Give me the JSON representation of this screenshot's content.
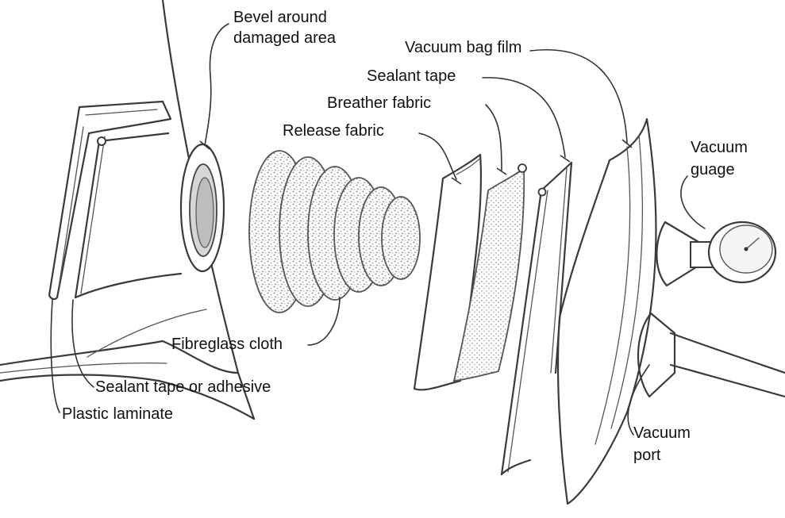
{
  "diagram": {
    "labels": {
      "bevel_line1": "Bevel around",
      "bevel_line2": "damaged area",
      "vacuum_bag_film": "Vacuum bag film",
      "sealant_tape": "Sealant tape",
      "breather_fabric": "Breather fabric",
      "release_fabric": "Release fabric",
      "vacuum_gauge_line1": "Vacuum",
      "vacuum_gauge_line2": "guage",
      "fibreglass_cloth": "Fibreglass cloth",
      "sealant_tape_or_adhesive": "Sealant tape or adhesive",
      "plastic_laminate": "Plastic laminate",
      "vacuum_port_line1": "Vacuum",
      "vacuum_port_line2": "port"
    }
  }
}
